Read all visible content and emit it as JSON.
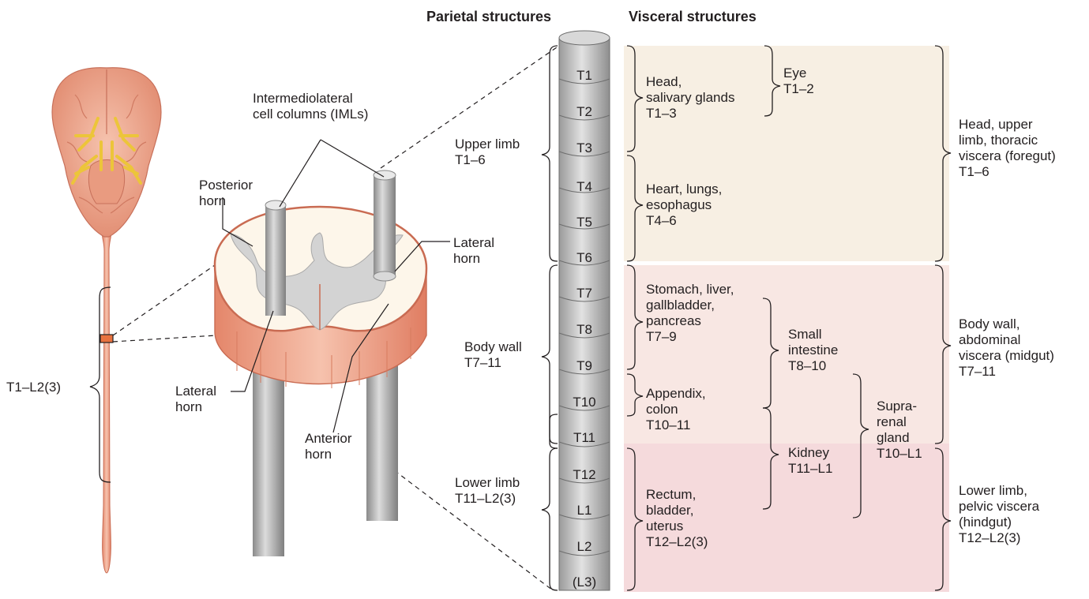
{
  "headers": {
    "parietal": "Parietal structures",
    "visceral": "Visceral structures"
  },
  "cord_labels": {
    "iml": "Intermediolateral\ncell columns (IMLs)",
    "posterior_horn": "Posterior\nhorn",
    "lateral_horn_right": "Lateral\nhorn",
    "lateral_horn_left": "Lateral\nhorn",
    "anterior_horn": "Anterior\nhorn",
    "cord_range": "T1–L2(3)"
  },
  "segments": [
    "T1",
    "T2",
    "T3",
    "T4",
    "T5",
    "T6",
    "T7",
    "T8",
    "T9",
    "T10",
    "T11",
    "T12",
    "L1",
    "L2",
    "(L3)"
  ],
  "parietal": {
    "upper_limb": "Upper limb\nT1–6",
    "body_wall": "Body wall\nT7–11",
    "lower_limb": "Lower limb\nT11–L2(3)"
  },
  "visceral": {
    "head": "Head,\nsalivary glands\nT1–3",
    "eye": "Eye\nT1–2",
    "heart": "Heart, lungs,\nesophagus\nT4–6",
    "stomach": "Stomach, liver,\ngallbladder,\npancreas\nT7–9",
    "small_intestine": "Small\nintestine\nT8–10",
    "appendix": "Appendix,\ncolon\nT10–11",
    "suprarenal": "Supra-\nrenal\ngland\nT10–L1",
    "kidney": "Kidney\nT11–L1",
    "rectum": "Rectum,\nbladder,\nuterus\nT12–L2(3)"
  },
  "regions": {
    "foregut": "Head, upper\nlimb, thoracic\nviscera (foregut)\nT1–6",
    "midgut": "Body wall,\nabdominal\nviscera (midgut)\nT7–11",
    "hindgut": "Lower limb,\npelvic viscera\n(hindgut)\nT12–L2(3)"
  },
  "colors": {
    "foregut_band": "#f7efe3",
    "midgut_band": "#f8e7e3",
    "hindgut_band": "#f5dadc",
    "column_fill": "#d7d7d7",
    "nerve": "#ecc53a",
    "cord_tissue": "#f2a98d"
  }
}
